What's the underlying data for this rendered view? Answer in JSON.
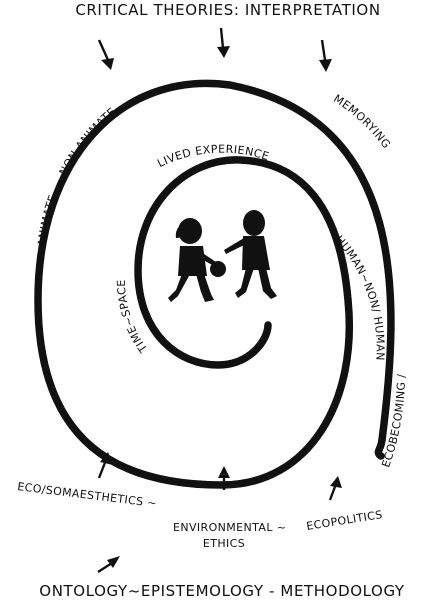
{
  "diagram": {
    "top_title": "CRITICAL THEORIES: INTERPRETATION",
    "bottom_title": "ONTOLOGY~EPISTEMOLOGY - METHODOLOGY",
    "outer_left": "ANIMATE",
    "outer_left_top": "- NON ANIMATE",
    "outer_right_top": "MEMORYING",
    "outer_right_bottom": "ECOBECOMING /",
    "inner_top": "LIVED  EXPERIENCE",
    "inner_left": "TIME~SPACE",
    "inner_right": "HUMAN~NON/ HUMAN",
    "bottom_left": "ECO/SOMAESTHETICS ~",
    "bottom_center_1": "ENVIRONMENTAL ~",
    "bottom_center_2": "ETHICS",
    "bottom_right": "ECOPOLITICS"
  },
  "colors": {
    "ink": "#111111",
    "background": "#ffffff"
  }
}
